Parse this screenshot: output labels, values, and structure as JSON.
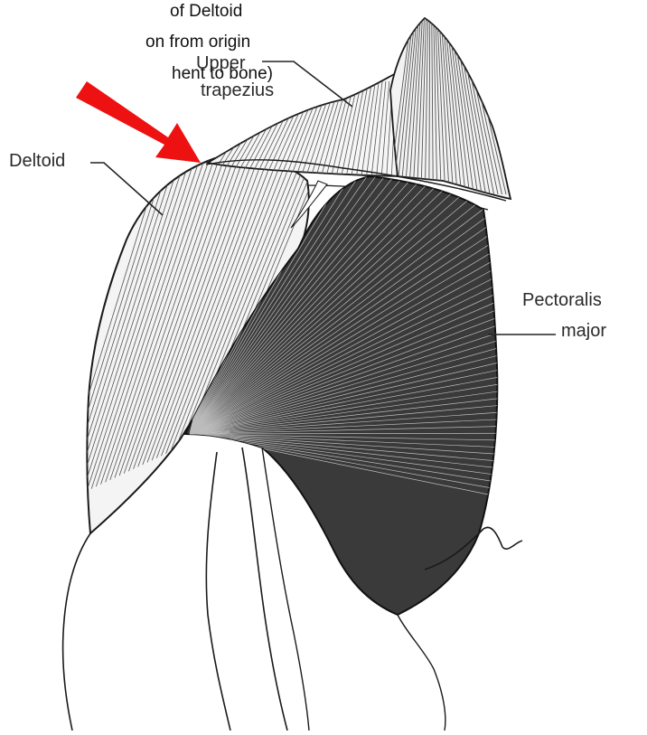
{
  "caption": {
    "line1": "of Deltoid",
    "line2": "on from origin",
    "line3": "hent to bone)"
  },
  "labels": {
    "upper_trapezius_1": "Upper",
    "upper_trapezius_2": "trapezius",
    "deltoid": "Deltoid",
    "pectoralis_1": "Pectoralis",
    "pectoralis_2": "major"
  },
  "colors": {
    "arrow": "#ee1111",
    "pectoralis_fill": "#3a3a3a",
    "line": "#1a1a1a",
    "fiber": "#555555"
  }
}
